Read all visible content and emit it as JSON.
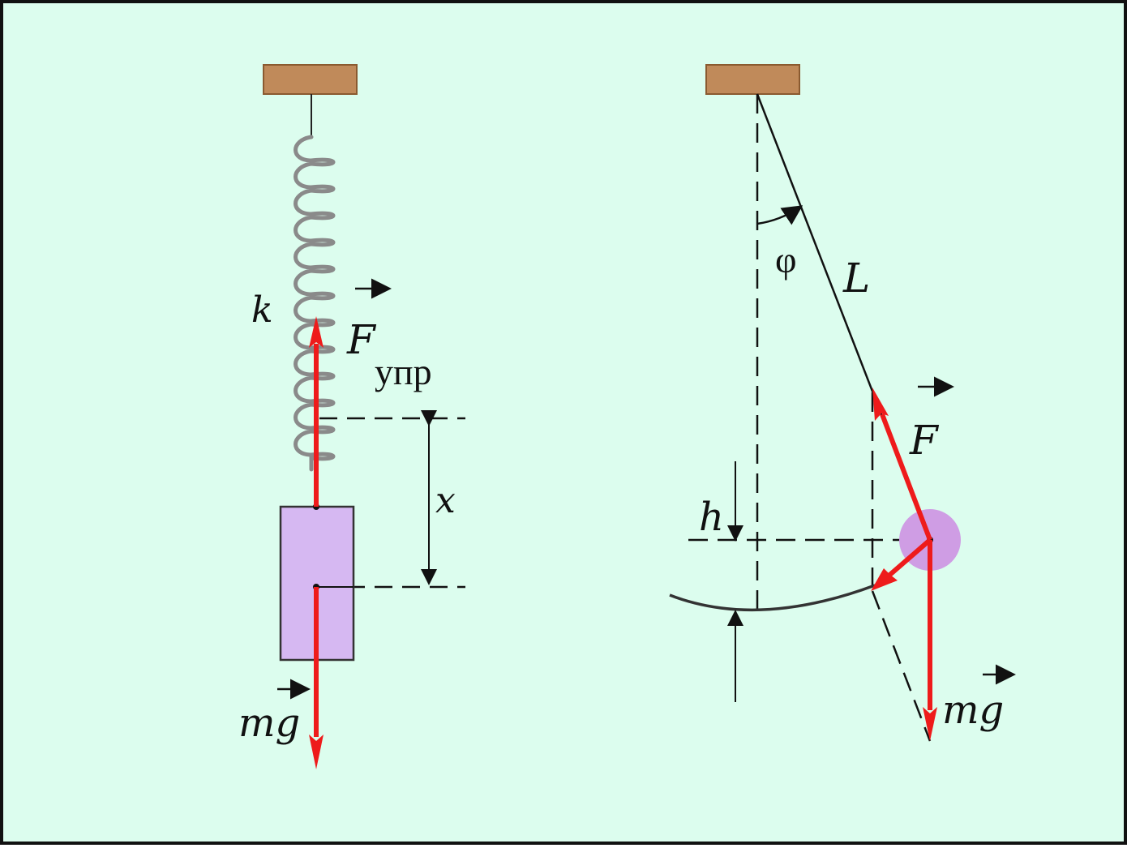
{
  "colors": {
    "background": "#dcfdee",
    "frame": "#111111",
    "support": "#c08a5a",
    "force_arrow": "#ee1b1b",
    "block_fill": "#d6b8f2",
    "block_stroke": "#333333",
    "bob_fill": "#cf9de4",
    "spring": "#8a8a8a",
    "line": "#111111"
  },
  "spring_pendulum": {
    "label_k": "k",
    "label_force": "F",
    "label_force_sub": "упр",
    "label_x": "x",
    "label_weight": "mg"
  },
  "math_pendulum": {
    "label_angle": "φ",
    "label_length": "L",
    "label_h": "h",
    "label_force": "F",
    "label_weight": "mg"
  }
}
